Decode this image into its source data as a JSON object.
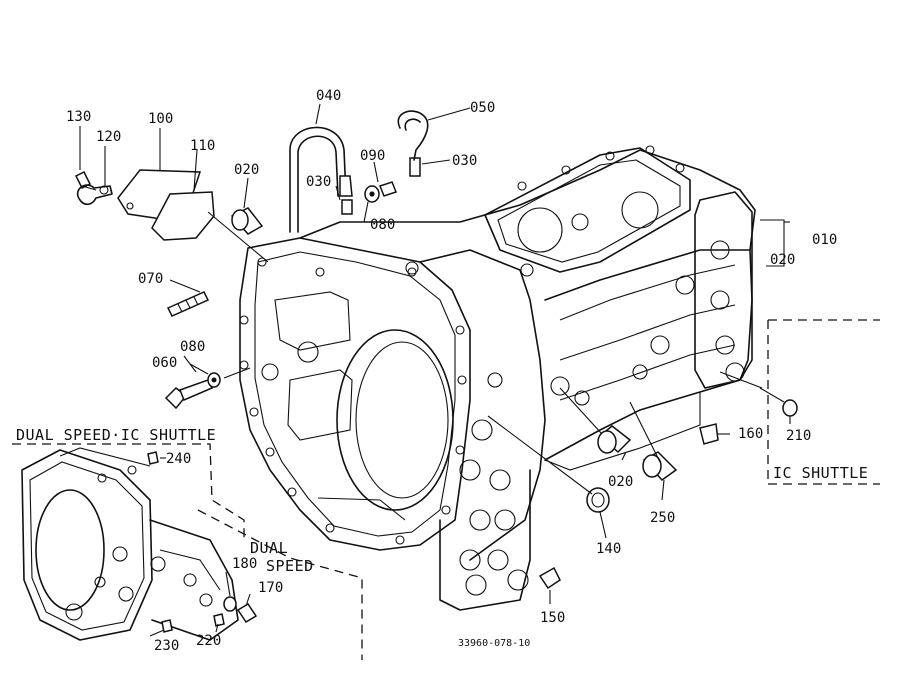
{
  "labels": {
    "p130": "130",
    "p120": "120",
    "p100": "100",
    "p110": "110",
    "p020_top": "020",
    "p040": "040",
    "p050": "050",
    "p030_a": "030",
    "p090": "090",
    "p030_b": "030",
    "p080_a": "080",
    "p070": "070",
    "p080_b": "080",
    "p060": "060",
    "p010": "010",
    "p020_side": "020",
    "p160": "160",
    "p210": "210",
    "p020_bot": "020",
    "p250": "250",
    "p140": "140",
    "p150": "150",
    "p240": "240",
    "p180": "180",
    "p170": "170",
    "p230": "230",
    "p220": "220"
  },
  "captions": {
    "dual_speed_ic_shuttle": "DUAL SPEED·IC SHUTTLE",
    "ic_shuttle": "IC SHUTTLE",
    "dual": "DUAL",
    "speed": "SPEED"
  },
  "figure_code": "33960-078-10"
}
